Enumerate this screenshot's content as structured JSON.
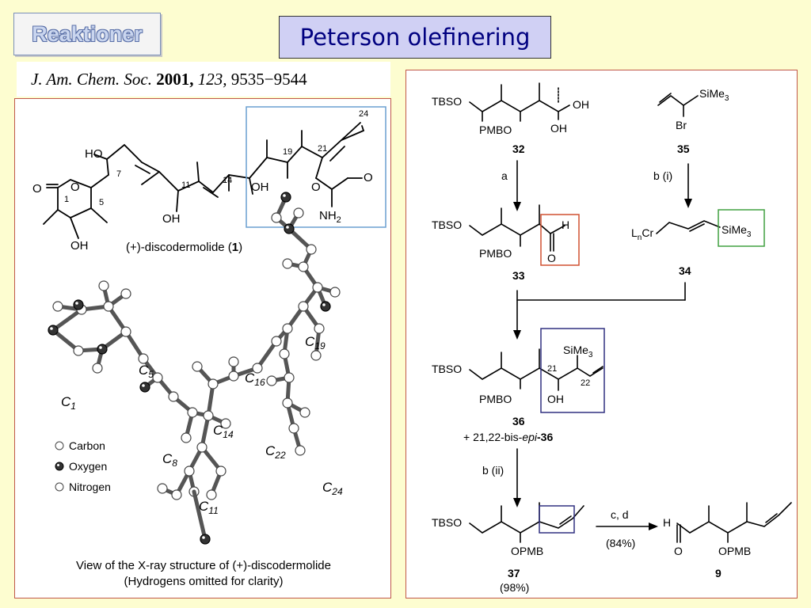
{
  "header": {
    "badge": "Reaktioner",
    "title": "Peterson olefinering"
  },
  "citation": {
    "journal": "J. Am. Chem. Soc.",
    "year": "2001,",
    "volume": "123,",
    "pages": "9535−9544"
  },
  "left": {
    "discodermolide": {
      "ho": "HO",
      "oh_bottom": "OH",
      "oh11": "OH",
      "oh17": "OH",
      "o_ring": "O",
      "o_carbonyl": "O",
      "o_carbamate": "O",
      "o_carbamate2": "O",
      "nh2": "NH",
      "nh2_sub": "2",
      "n1": "1",
      "n5": "5",
      "n7": "7",
      "n11": "11",
      "n14": "14",
      "n19": "19",
      "n21": "21",
      "n24": "24",
      "caption_pre": "(+)-discodermolide (",
      "caption_num": "1",
      "caption_post": ")"
    },
    "xray": {
      "c1": "C",
      "c1_sub": "1",
      "c5": "C",
      "c5_sub": "5",
      "c8": "C",
      "c8_sub": "8",
      "c11": "C",
      "c11_sub": "11",
      "c14": "C",
      "c14_sub": "14",
      "c16": "C",
      "c16_sub": "16",
      "c19": "C",
      "c19_sub": "19",
      "c22": "C",
      "c22_sub": "22",
      "c24": "C",
      "c24_sub": "24",
      "legend": [
        "Carbon",
        "Oxygen",
        "Nitrogen"
      ],
      "caption1": "View of the X-ray structure of (+)-discodermolide",
      "caption2": "(Hydrogens omitted for clarity)"
    }
  },
  "right": {
    "c32": {
      "tbso": "TBSO",
      "pmbo": "PMBO",
      "oh1": "OH",
      "oh2": "OH",
      "num": "32"
    },
    "c35": {
      "sime3": "SiMe",
      "sub3": "3",
      "br": "Br",
      "num": "35"
    },
    "step_a": "a",
    "step_bi": "b (i)",
    "c33": {
      "tbso": "TBSO",
      "pmbo": "PMBO",
      "h": "H",
      "o": "O",
      "num": "33"
    },
    "c34": {
      "lncr": "L",
      "lncr_sub": "n",
      "lncr_cr": "Cr",
      "sime3": "SiMe",
      "sub3": "3",
      "num": "34"
    },
    "c36": {
      "tbso": "TBSO",
      "pmbo": "PMBO",
      "oh": "OH",
      "sime3": "SiMe",
      "sub3": "3",
      "n21": "21",
      "n22": "22",
      "num": "36",
      "epi_pre": "+ 21,22-bis-",
      "epi_it": "epi",
      "epi_num": "-36"
    },
    "step_bii": "b (ii)",
    "c37": {
      "tbso": "TBSO",
      "opmb": "OPMB",
      "num": "37",
      "yield": "(98%)"
    },
    "step_cd": "c, d",
    "step_cd_yield": "(84%)",
    "c9": {
      "h": "H",
      "o": "O",
      "opmb": "OPMB",
      "num": "9"
    }
  },
  "colors": {
    "background": "#fdfdd0",
    "title_bg": "#d0d0f4",
    "title_text": "#000080",
    "panel_border": "#c0584a",
    "box_blue": "#6a9fd0",
    "box_red": "#d05030",
    "box_green": "#40a040",
    "box_navy": "#303080"
  }
}
